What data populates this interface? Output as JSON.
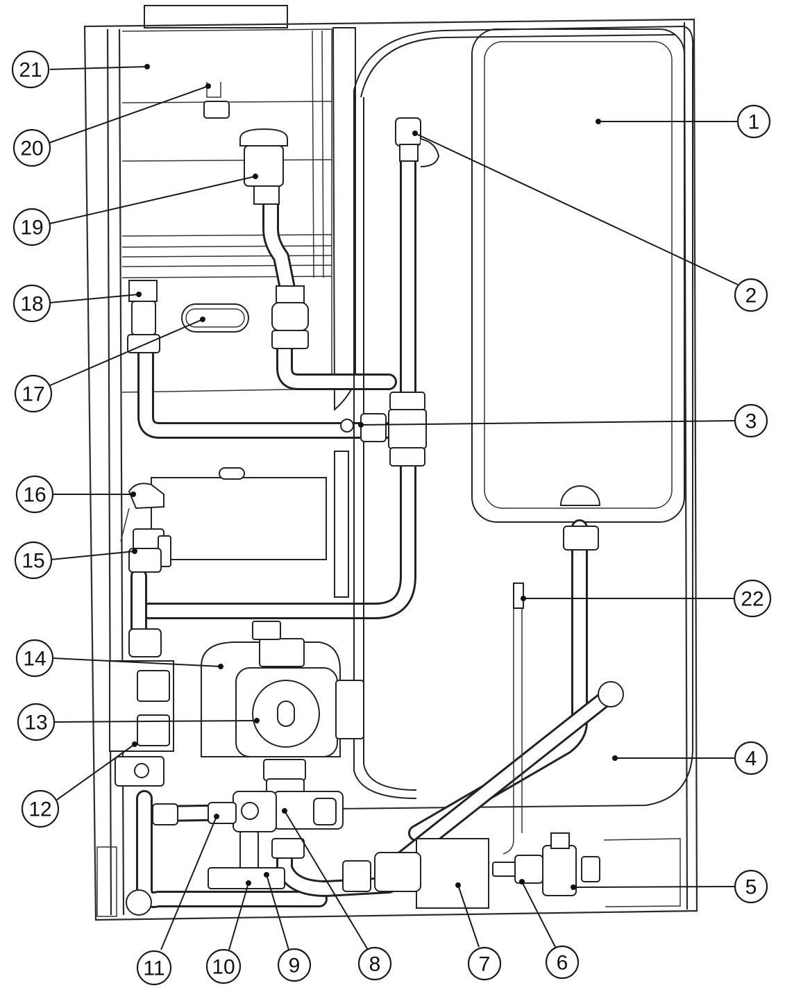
{
  "callouts": [
    {
      "id": "1",
      "label": "1"
    },
    {
      "id": "2",
      "label": "2"
    },
    {
      "id": "3",
      "label": "3"
    },
    {
      "id": "4",
      "label": "4"
    },
    {
      "id": "5",
      "label": "5"
    },
    {
      "id": "6",
      "label": "6"
    },
    {
      "id": "7",
      "label": "7"
    },
    {
      "id": "8",
      "label": "8"
    },
    {
      "id": "9",
      "label": "9"
    },
    {
      "id": "10",
      "label": "10"
    },
    {
      "id": "11",
      "label": "11"
    },
    {
      "id": "12",
      "label": "12"
    },
    {
      "id": "13",
      "label": "13"
    },
    {
      "id": "14",
      "label": "14"
    },
    {
      "id": "15",
      "label": "15"
    },
    {
      "id": "16",
      "label": "16"
    },
    {
      "id": "17",
      "label": "17"
    },
    {
      "id": "18",
      "label": "18"
    },
    {
      "id": "19",
      "label": "19"
    },
    {
      "id": "20",
      "label": "20"
    },
    {
      "id": "21",
      "label": "21"
    },
    {
      "id": "22",
      "label": "22"
    }
  ],
  "colors": {
    "line": "#222222",
    "background": "#ffffff"
  }
}
